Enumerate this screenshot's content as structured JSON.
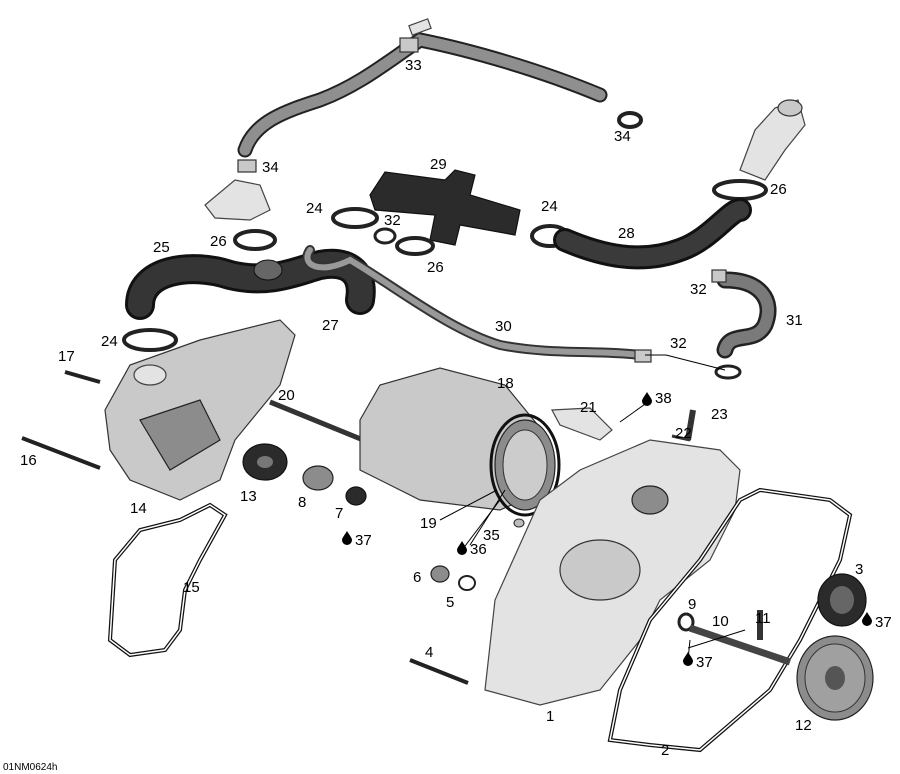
{
  "diagram": {
    "reference_code": "01NM0624h",
    "callouts": [
      {
        "id": "c33",
        "text": "33"
      },
      {
        "id": "c34a",
        "text": "34"
      },
      {
        "id": "c34b",
        "text": "34"
      },
      {
        "id": "c29",
        "text": "29"
      },
      {
        "id": "c26a",
        "text": "26"
      },
      {
        "id": "c24a",
        "text": "24"
      },
      {
        "id": "c32a",
        "text": "32"
      },
      {
        "id": "c24b",
        "text": "24"
      },
      {
        "id": "c28",
        "text": "28"
      },
      {
        "id": "c25",
        "text": "25"
      },
      {
        "id": "c26b",
        "text": "26"
      },
      {
        "id": "c26c",
        "text": "26"
      },
      {
        "id": "c32b",
        "text": "32"
      },
      {
        "id": "c31",
        "text": "31"
      },
      {
        "id": "c27",
        "text": "27"
      },
      {
        "id": "c30",
        "text": "30"
      },
      {
        "id": "c24c",
        "text": "24"
      },
      {
        "id": "c32c",
        "text": "32"
      },
      {
        "id": "c17",
        "text": "17"
      },
      {
        "id": "c18",
        "text": "18"
      },
      {
        "id": "c20",
        "text": "20"
      },
      {
        "id": "c21",
        "text": "21"
      },
      {
        "id": "c38",
        "text": "38"
      },
      {
        "id": "c23",
        "text": "23"
      },
      {
        "id": "c22",
        "text": "22"
      },
      {
        "id": "c16",
        "text": "16"
      },
      {
        "id": "c13",
        "text": "13"
      },
      {
        "id": "c8",
        "text": "8"
      },
      {
        "id": "c7",
        "text": "7"
      },
      {
        "id": "c14",
        "text": "14"
      },
      {
        "id": "c37a",
        "text": "37"
      },
      {
        "id": "c19",
        "text": "19"
      },
      {
        "id": "c35",
        "text": "35"
      },
      {
        "id": "c36",
        "text": "36"
      },
      {
        "id": "c15",
        "text": "15"
      },
      {
        "id": "c6",
        "text": "6"
      },
      {
        "id": "c5",
        "text": "5"
      },
      {
        "id": "c3",
        "text": "3"
      },
      {
        "id": "c37b",
        "text": "37"
      },
      {
        "id": "c9",
        "text": "9"
      },
      {
        "id": "c10",
        "text": "10"
      },
      {
        "id": "c11",
        "text": "11"
      },
      {
        "id": "c37c",
        "text": "37"
      },
      {
        "id": "c4",
        "text": "4"
      },
      {
        "id": "c1",
        "text": "1"
      },
      {
        "id": "c12",
        "text": "12"
      },
      {
        "id": "c2",
        "text": "2"
      }
    ]
  }
}
